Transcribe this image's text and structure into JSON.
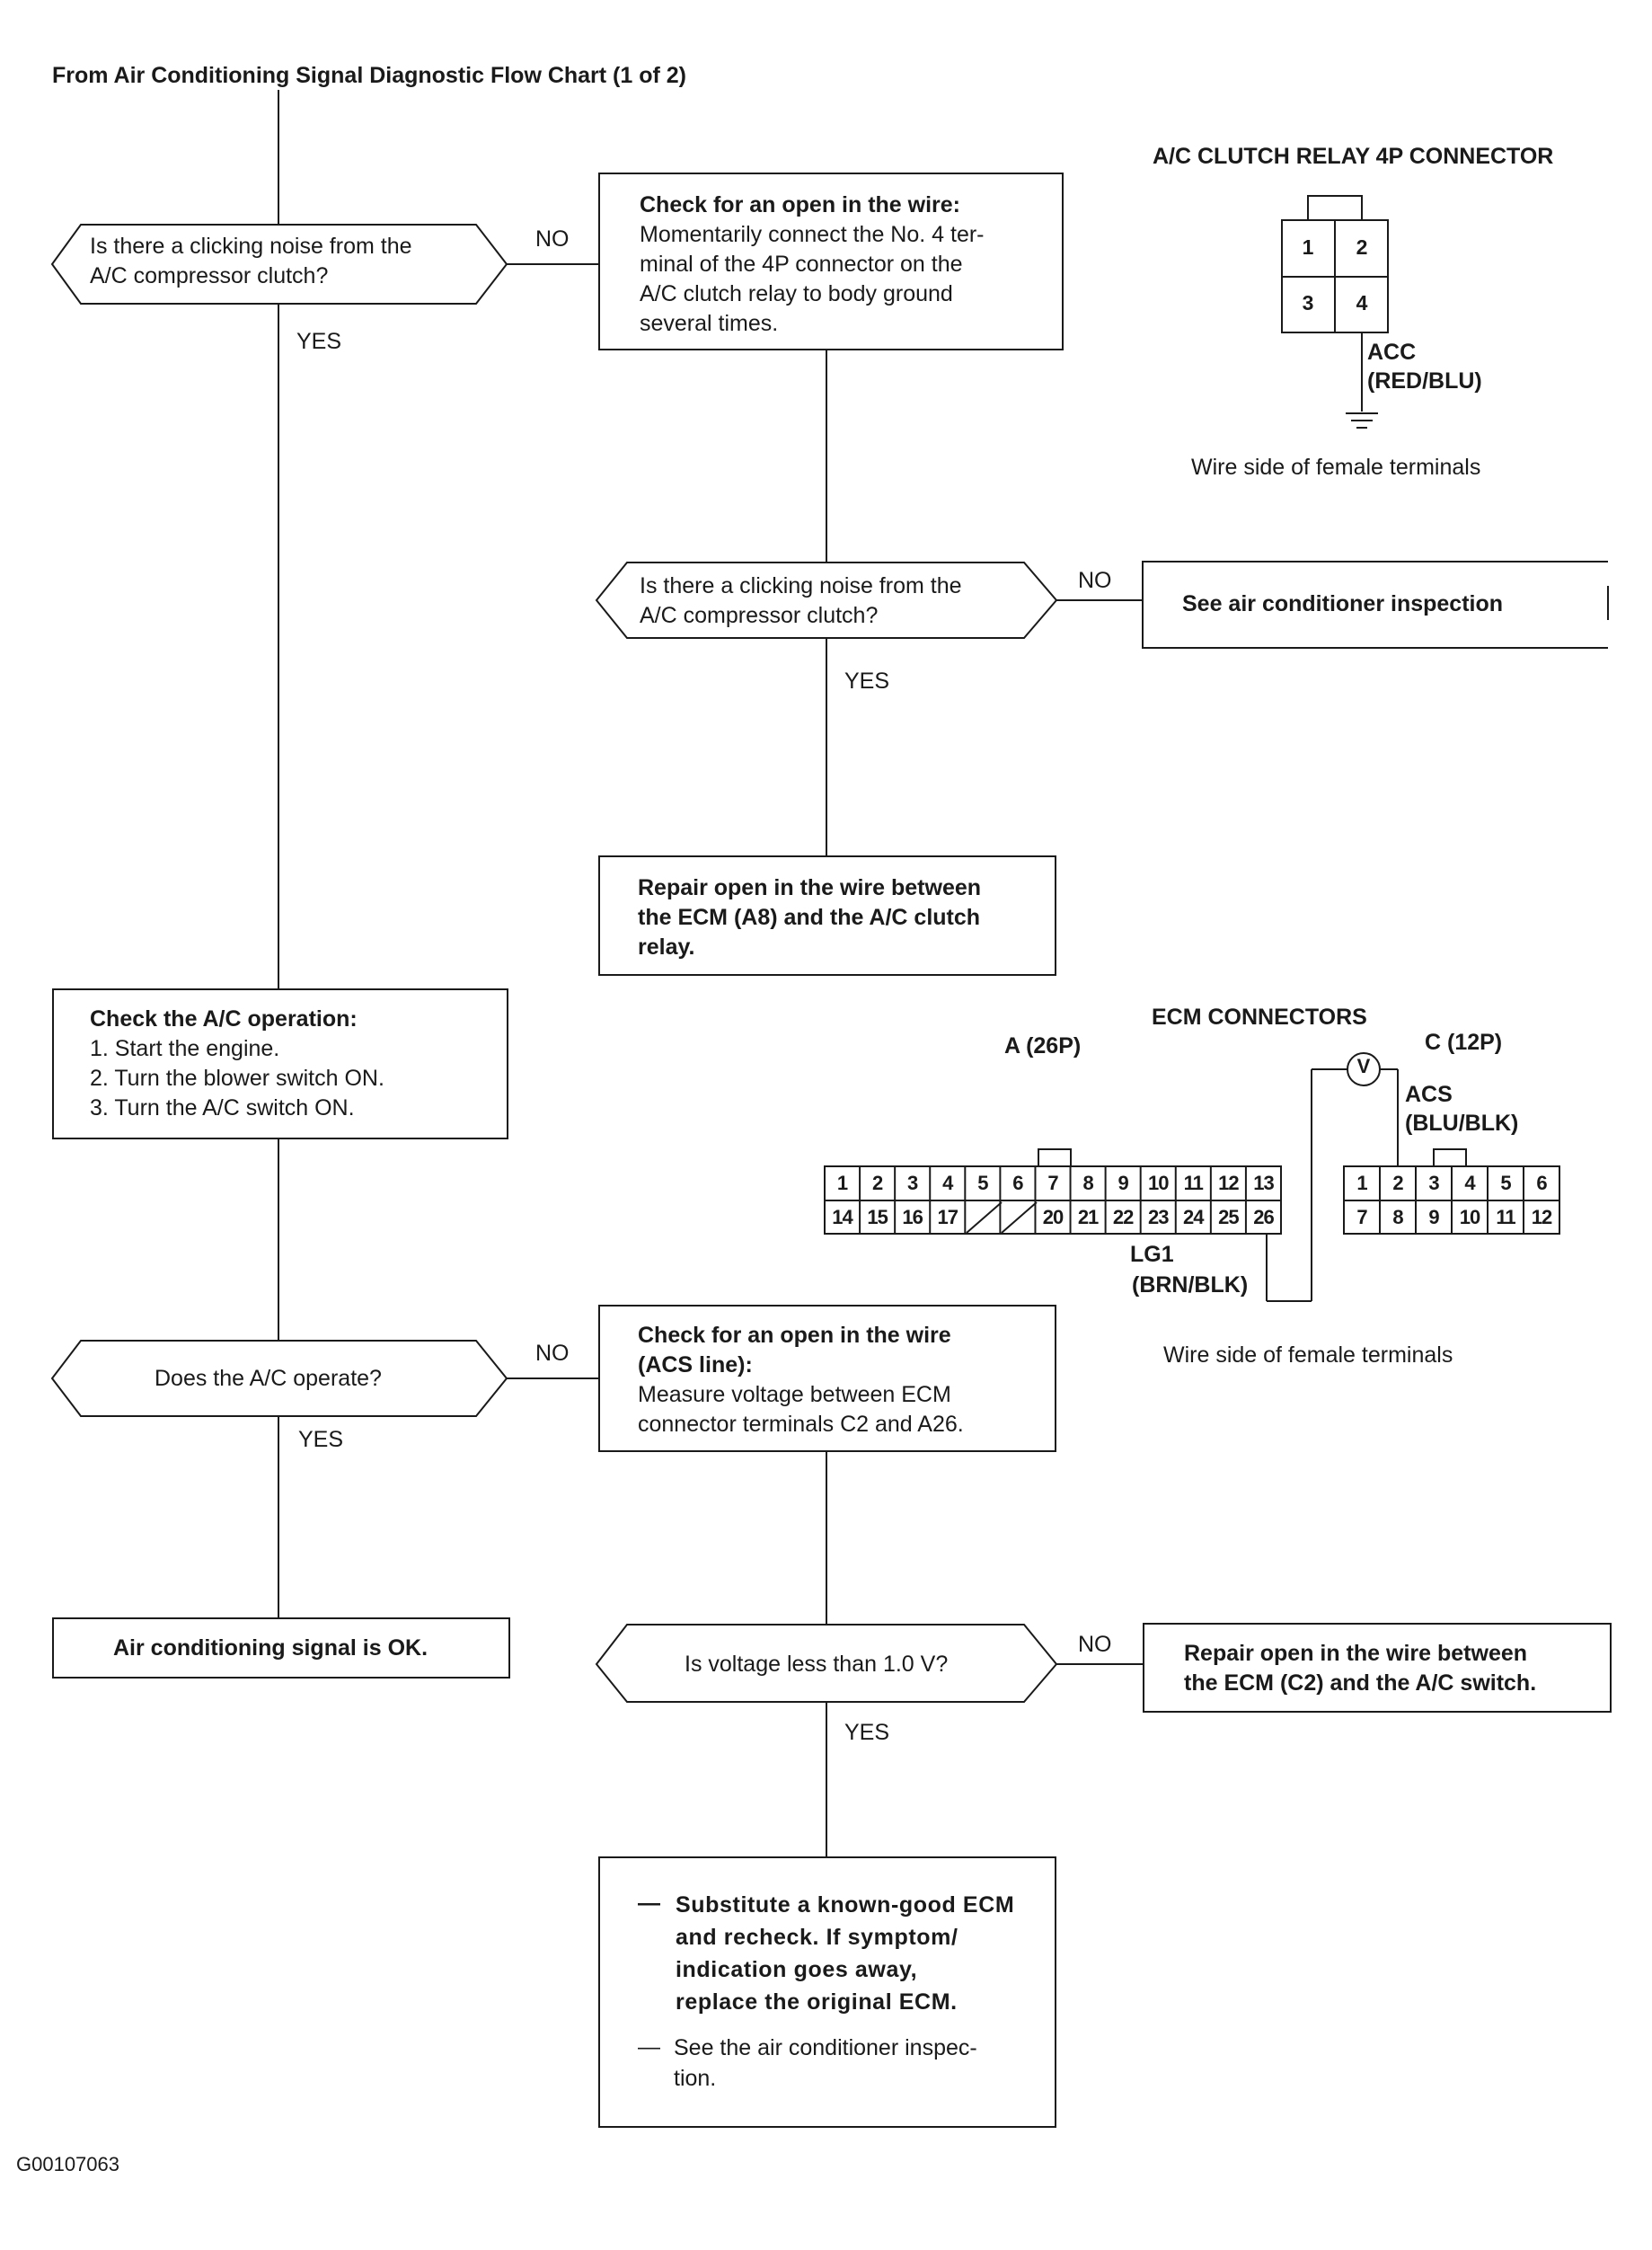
{
  "header": {
    "title": "From Air Conditioning Signal Diagnostic Flow Chart (1 of 2)"
  },
  "footer": {
    "code": "G00107063"
  },
  "labels": {
    "yes": "YES",
    "no": "NO"
  },
  "flow": {
    "q1": [
      "Is there a clicking noise from the",
      "A/C compressor clutch?"
    ],
    "check_open": {
      "title": "Check for an open in the wire:",
      "lines": [
        "Momentarily connect the No. 4 ter-",
        "minal of the 4P connector on the",
        "A/C clutch relay to body ground",
        "several times."
      ]
    },
    "q2": [
      "Is there a clicking noise from the",
      "A/C compressor clutch?"
    ],
    "see_inspection": "See air conditioner inspection",
    "repair_relay": [
      "Repair open in the wire between",
      "the ECM (A8) and the A/C clutch",
      "relay."
    ],
    "check_ac": {
      "title": "Check the A/C operation:",
      "steps": [
        "1.  Start the engine.",
        "2.  Turn the blower switch ON.",
        "3.  Turn the A/C switch ON."
      ]
    },
    "q3": "Does the A/C operate?",
    "check_acs": {
      "title_lines": [
        "Check for an open in the wire",
        "(ACS line):"
      ],
      "lines": [
        "Measure voltage between ECM",
        "connector terminals C2 and A26."
      ]
    },
    "ok": "Air conditioning signal is OK.",
    "q4": "Is voltage less than 1.0 V?",
    "repair_switch": [
      "Repair open in the wire between",
      "the ECM (C2) and the A/C switch."
    ],
    "substitute": {
      "item1": [
        "Substitute a known-good ECM",
        "and recheck. If symptom/",
        "indication  goes away,",
        "replace the original ECM."
      ],
      "item2": [
        "See the air conditioner inspec-",
        "tion."
      ],
      "dash": "—"
    }
  },
  "relay_connector": {
    "title": "A/C CLUTCH RELAY 4P CONNECTOR",
    "pins": [
      "1",
      "2",
      "3",
      "4"
    ],
    "wire_name": "ACC",
    "wire_color": "(RED/BLU)",
    "caption": "Wire side of female terminals"
  },
  "ecm_connectors": {
    "title": "ECM CONNECTORS",
    "a_label": "A (26P)",
    "c_label": "C (12P)",
    "a_row1": [
      "1",
      "2",
      "3",
      "4",
      "5",
      "6",
      "7",
      "8",
      "9",
      "10",
      "11",
      "12",
      "13"
    ],
    "a_row2": [
      "14",
      "15",
      "16",
      "17",
      "",
      "",
      "20",
      "21",
      "22",
      "23",
      "24",
      "25",
      "26"
    ],
    "c_row1": [
      "1",
      "2",
      "3",
      "4",
      "5",
      "6"
    ],
    "c_row2": [
      "7",
      "8",
      "9",
      "10",
      "11",
      "12"
    ],
    "meter": "V",
    "acs_name": "ACS",
    "acs_color": "(BLU/BLK)",
    "lg1_name": "LG1",
    "lg1_color": "(BRN/BLK)",
    "caption": "Wire side of female terminals"
  }
}
